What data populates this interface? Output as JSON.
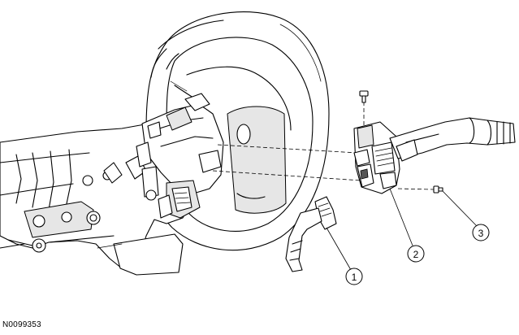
{
  "figure_code": "N0099353",
  "callouts": [
    "1",
    "2",
    "3"
  ]
}
